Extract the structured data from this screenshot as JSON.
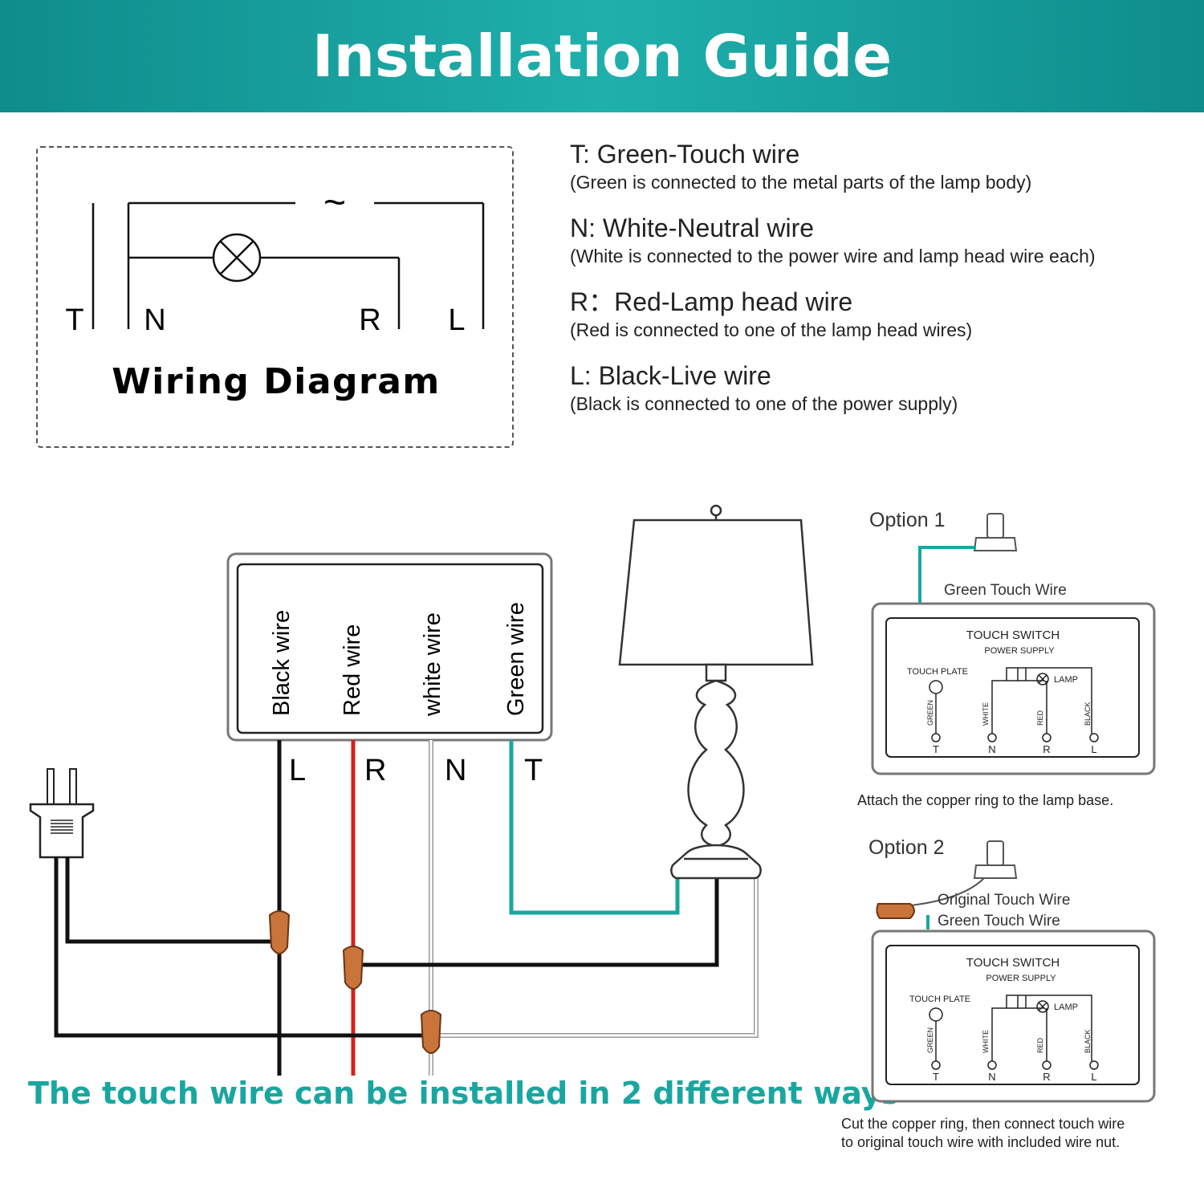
{
  "header": {
    "title": "Installation Guide"
  },
  "wiring_diagram": {
    "title": "Wiring Diagram",
    "terminals": [
      "T",
      "N",
      "R",
      "L"
    ],
    "ac_symbol": "~"
  },
  "legend": [
    {
      "title": "T: Green-Touch wire",
      "desc": "(Green is connected to the metal parts of the lamp body)"
    },
    {
      "title": "N: White-Neutral wire",
      "desc": "(White is connected to the power wire and lamp head wire each)"
    },
    {
      "title": "R：Red-Lamp head wire",
      "desc": "(Red is connected to one of the lamp head wires)"
    },
    {
      "title": "L: Black-Live wire",
      "desc": "(Black is connected to one of the power supply)"
    }
  ],
  "switch_box": {
    "labels": [
      "Black wire",
      "Red wire",
      "white wire",
      "Green wire"
    ],
    "terminals": [
      "L",
      "R",
      "N",
      "T"
    ]
  },
  "colors": {
    "teal": "#1aa6a0",
    "red": "#d81e1e",
    "black": "#111111",
    "nut": "#c8743a"
  },
  "option1": {
    "title": "Option 1",
    "wire_label": "Green Touch Wire",
    "caption": "Attach the copper ring to the lamp base."
  },
  "option2": {
    "title": "Option 2",
    "wire_label_1": "Original Touch Wire",
    "wire_label_2": "Green Touch Wire",
    "caption_1": "Cut the copper ring, then connect touch wire",
    "caption_2": "to original touch wire with included wire nut."
  },
  "touch_switch": {
    "title": "TOUCH SWITCH",
    "power": "POWER SUPPLY",
    "plate": "TOUCH PLATE",
    "lamp": "LAMP",
    "wires": [
      "GREEN",
      "WHITE",
      "RED",
      "BLACK"
    ],
    "terms": [
      "T",
      "N",
      "R",
      "L"
    ]
  },
  "bottom_title": "The touch wire can be installed in 2 different ways"
}
